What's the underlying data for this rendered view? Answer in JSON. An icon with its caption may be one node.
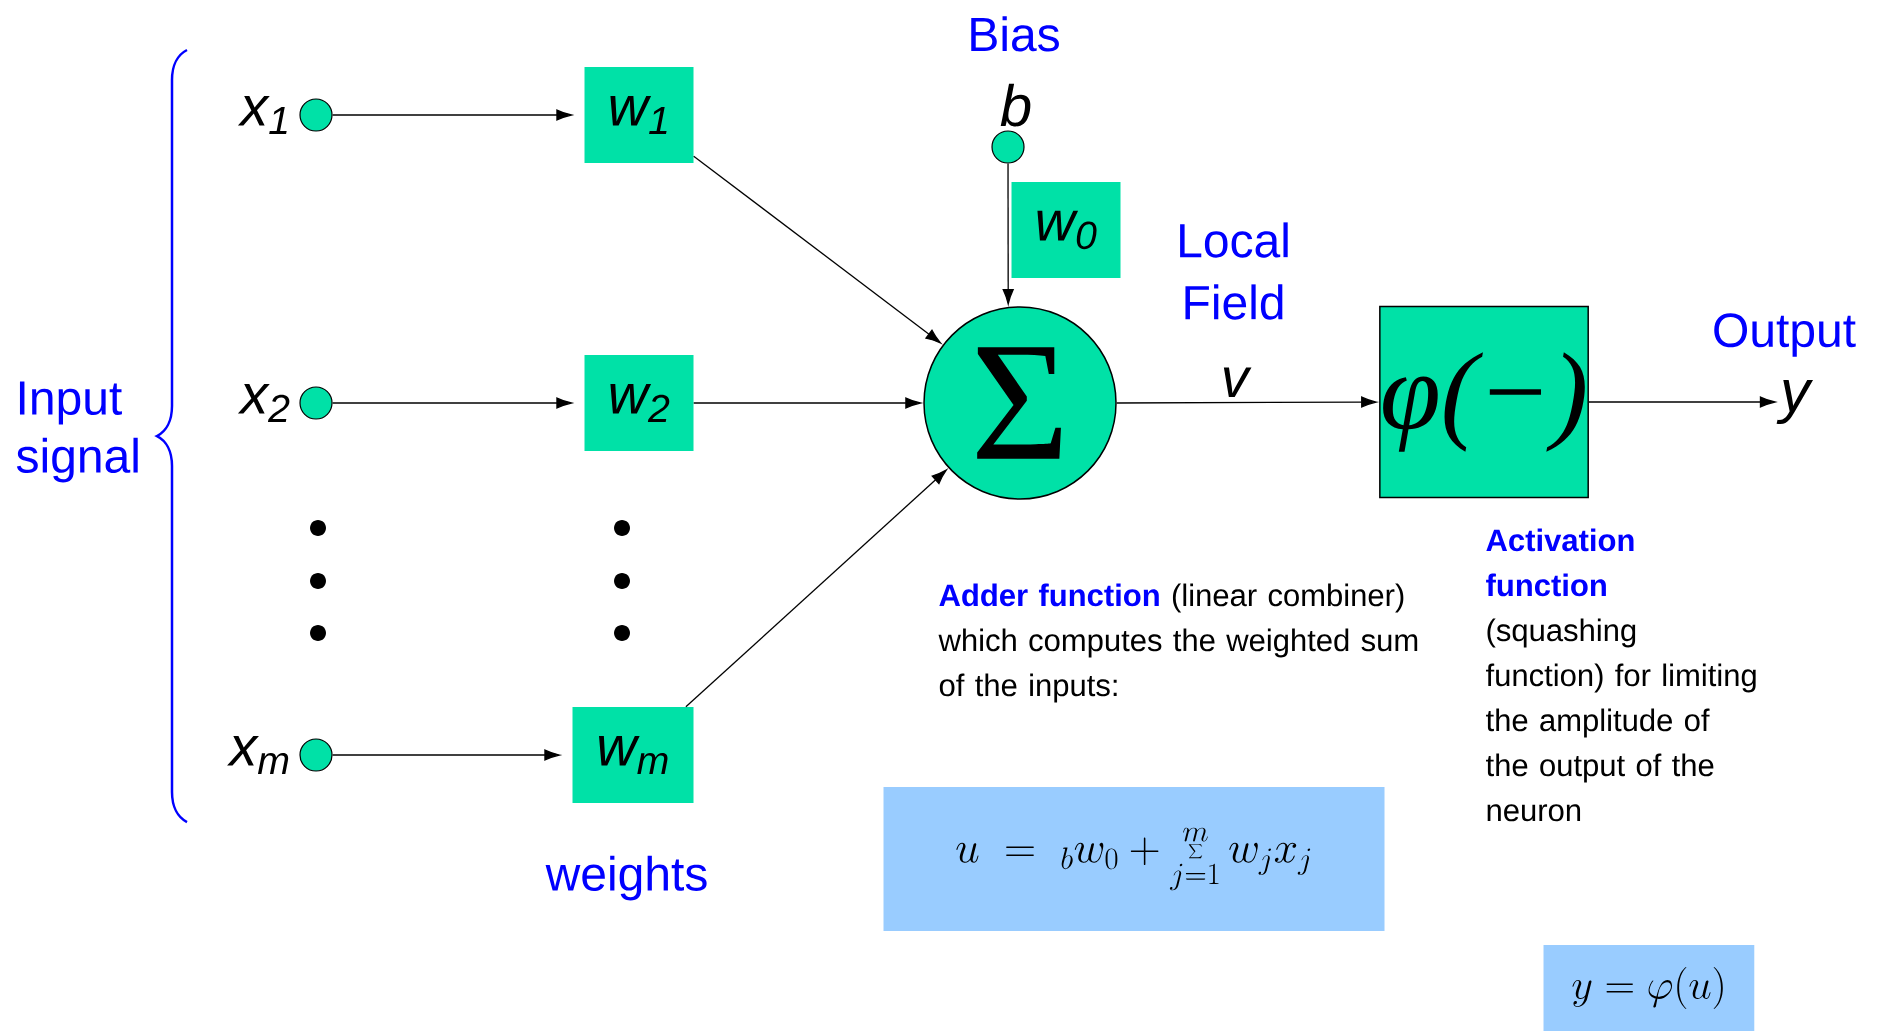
{
  "diagram": {
    "nodes": [
      {
        "text": [],
        "shape": "circle",
        "beside": [
          "x$_{1}$"
        ]
      },
      {
        "text": [
          "w$_{1}$"
        ]
      },
      {
        "text": [],
        "shape": "circle",
        "beside": [
          "x$_{2}$"
        ]
      },
      {
        "text": [
          "w$_{2}$"
        ]
      },
      {
        "text": [],
        "shape": "circle",
        "beside": [
          "x$_{m}$"
        ]
      },
      {
        "text": [
          "w$_{m}$"
        ]
      },
      {
        "text": [],
        "shape": "circle",
        "beside": [
          "Bias",
          "b"
        ]
      },
      {
        "text": [
          "w$_{0}$"
        ]
      },
      {
        "text": [
          "Σ"
        ]
      },
      {
        "text": [
          "φ(−)"
        ]
      },
      {
        "text": [
          "y"
        ]
      },
      {
        "text": [
          "u \\;=\\; {}_{b}w_{0} + \\sum_{j=1}^{m} w_{j}x_{j}"
        ]
      },
      {
        "text": [
          "y = \\varphi(u)"
        ]
      }
    ],
    "edges": [
      {
        "from": 0,
        "to": 1,
        "arrow": "to"
      },
      {
        "from": 2,
        "to": 3,
        "arrow": "to"
      },
      {
        "from": 4,
        "to": 5,
        "arrow": "to"
      },
      {
        "from": 1,
        "to": 8,
        "arrow": "to"
      },
      {
        "from": 3,
        "to": 8,
        "arrow": "to"
      },
      {
        "from": 5,
        "to": 8,
        "arrow": "to"
      },
      {
        "from": 6,
        "to": 8,
        "arrow": "to"
      },
      {
        "from": 8,
        "to": 9,
        "arrow": "to",
        "label": "v"
      },
      {
        "from": 9,
        "to": 10,
        "arrow": "to"
      }
    ],
    "labels": [
      "Input signal",
      "Local Field",
      "Output",
      "**Adder function** (linear combiner) which computes the weighted sum of the inputs:",
      "**Activation function** (squashing function) for limiting the amplitude of the output of the neuron",
      "weights"
    ]
  }
}
